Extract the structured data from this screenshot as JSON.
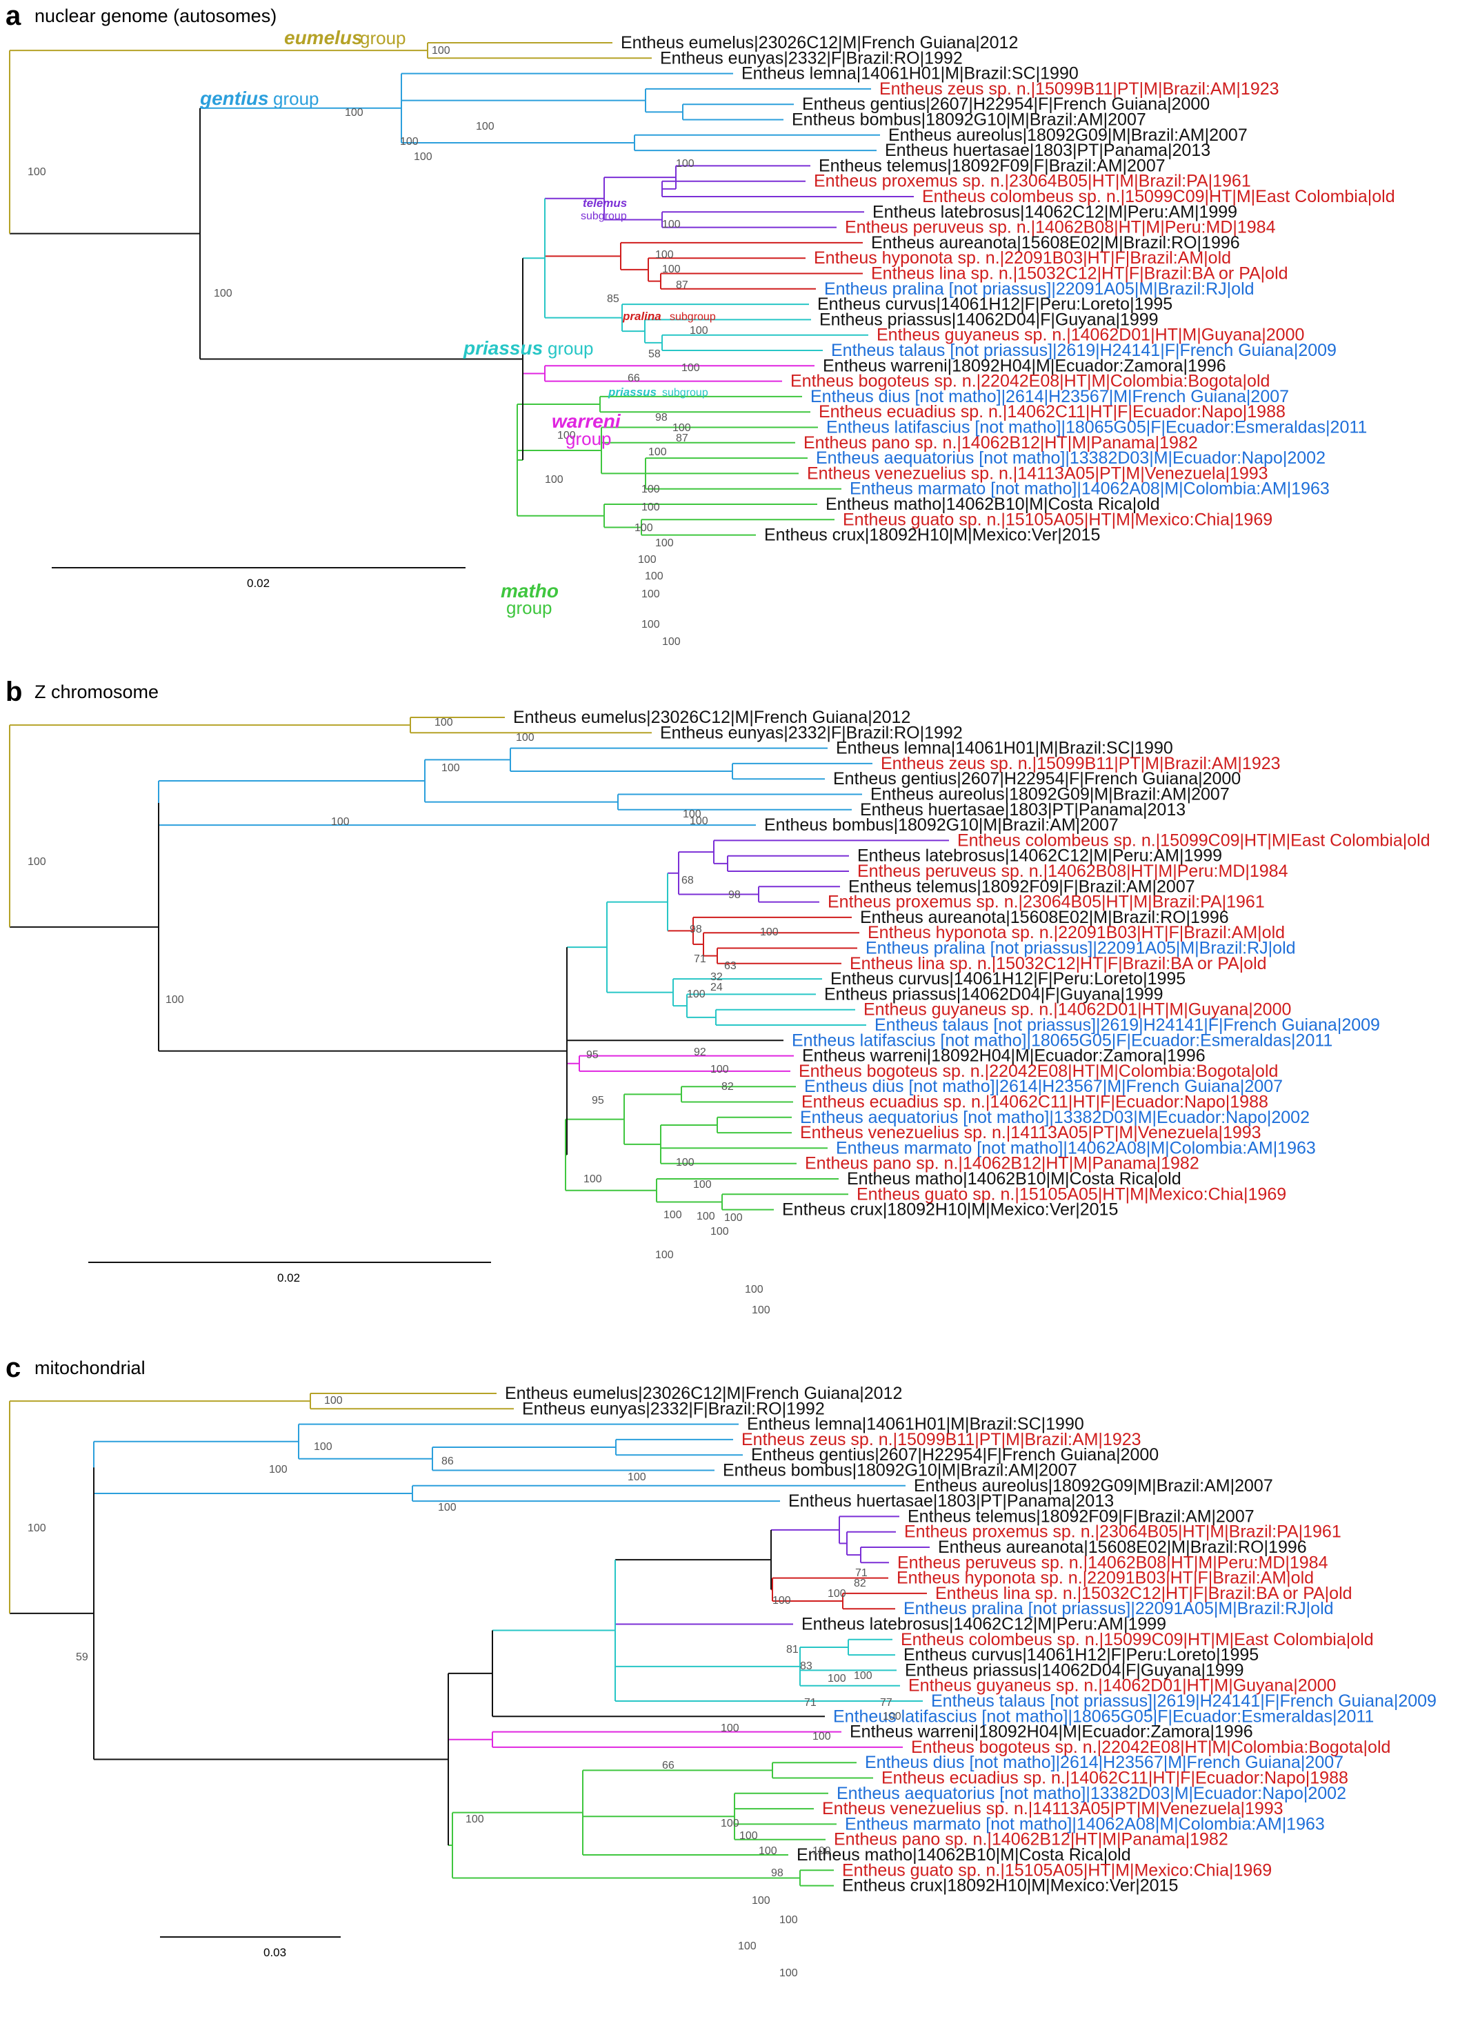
{
  "colors": {
    "eumelus": "#b5a227",
    "gentius": "#2b9fdc",
    "telemus": "#7b2fd6",
    "pralina": "#d01d1d",
    "priassus": "#27c6c6",
    "warreni": "#e026e0",
    "matho": "#3fc63f",
    "black": "#111111",
    "tip_black": "#111111",
    "tip_red": "#d01d1d",
    "tip_blue": "#1e6fd9"
  },
  "panels": [
    {
      "letter": "a",
      "title": "nuclear genome (autosomes)",
      "scale_label": "0.02",
      "tips": [
        {
          "label": "Entheus eumelus|23026C12|M|French Guiana|2012",
          "color": "black"
        },
        {
          "label": "Entheus eunyas|2332|F|Brazil:RO|1992",
          "color": "black"
        },
        {
          "label": "Entheus lemna|14061H01|M|Brazil:SC|1990",
          "color": "black"
        },
        {
          "label": "Entheus zeus sp. n.|15099B11|PT|M|Brazil:AM|1923",
          "color": "red"
        },
        {
          "label": "Entheus gentius|2607|H22954|F|French Guiana|2000",
          "color": "black"
        },
        {
          "label": "Entheus bombus|18092G10|M|Brazil:AM|2007",
          "color": "black"
        },
        {
          "label": "Entheus aureolus|18092G09|M|Brazil:AM|2007",
          "color": "black"
        },
        {
          "label": "Entheus huertasae|1803|PT|Panama|2013",
          "color": "black"
        },
        {
          "label": "Entheus telemus|18092F09|F|Brazil:AM|2007",
          "color": "black"
        },
        {
          "label": "Entheus proxemus sp. n.|23064B05|HT|M|Brazil:PA|1961",
          "color": "red"
        },
        {
          "label": "Entheus colombeus sp. n.|15099C09|HT|M|East Colombia|old",
          "color": "red"
        },
        {
          "label": "Entheus latebrosus|14062C12|M|Peru:AM|1999",
          "color": "black"
        },
        {
          "label": "Entheus peruveus sp. n.|14062B08|HT|M|Peru:MD|1984",
          "color": "red"
        },
        {
          "label": "Entheus aureanota|15608E02|M|Brazil:RO|1996",
          "color": "black"
        },
        {
          "label": "Entheus hyponota sp. n.|22091B03|HT|F|Brazil:AM|old",
          "color": "red"
        },
        {
          "label": "Entheus lina sp. n.|15032C12|HT|F|Brazil:BA or PA|old",
          "color": "red"
        },
        {
          "label": "Entheus pralina [not priassus]|22091A05|M|Brazil:RJ|old",
          "color": "blue"
        },
        {
          "label": "Entheus curvus|14061H12|F|Peru:Loreto|1995",
          "color": "black"
        },
        {
          "label": "Entheus priassus|14062D04|F|Guyana|1999",
          "color": "black"
        },
        {
          "label": "Entheus guyaneus sp. n.|14062D01|HT|M|Guyana|2000",
          "color": "red"
        },
        {
          "label": "Entheus talaus [not priassus]|2619|H24141|F|French Guiana|2009",
          "color": "blue"
        },
        {
          "label": "Entheus warreni|18092H04|M|Ecuador:Zamora|1996",
          "color": "black"
        },
        {
          "label": "Entheus bogoteus sp. n.|22042E08|HT|M|Colombia:Bogota|old",
          "color": "red"
        },
        {
          "label": "Entheus dius [not matho]|2614|H23567|M|French Guiana|2007",
          "color": "blue"
        },
        {
          "label": "Entheus ecuadius sp. n.|14062C11|HT|F|Ecuador:Napo|1988",
          "color": "red"
        },
        {
          "label": "Entheus latifascius [not matho]|18065G05|F|Ecuador:Esmeraldas|2011",
          "color": "blue"
        },
        {
          "label": "Entheus pano sp. n.|14062B12|HT|M|Panama|1982",
          "color": "red"
        },
        {
          "label": "Entheus aequatorius [not matho]|13382D03|M|Ecuador:Napo|2002",
          "color": "blue"
        },
        {
          "label": "Entheus venezuelius sp. n.|14113A05|PT|M|Venezuela|1993",
          "color": "red"
        },
        {
          "label": "Entheus marmato [not matho]|14062A08|M|Colombia:AM|1963",
          "color": "blue"
        },
        {
          "label": "Entheus matho|14062B10|M|Costa Rica|old",
          "color": "black"
        },
        {
          "label": "Entheus guato sp. n.|15105A05|HT|M|Mexico:Chia|1969",
          "color": "red"
        },
        {
          "label": "Entheus crux|18092H10|M|Mexico:Ver|2015",
          "color": "black"
        }
      ],
      "support": [
        "100",
        "100",
        "100",
        "100",
        "100",
        "100",
        "100",
        "100",
        "100",
        "87",
        "85",
        "100",
        "58",
        "100",
        "66",
        "98",
        "100",
        "87",
        "100",
        "100",
        "100",
        "100",
        "100",
        "100",
        "100",
        "100",
        "100",
        "100",
        "100",
        "100",
        "100",
        "100"
      ],
      "groups": {
        "eumelus_name": "eumelus",
        "eumelus_word": "group",
        "gentius_name": "gentius",
        "gentius_word": "group",
        "priassus_name": "priassus",
        "priassus_word": "group",
        "warreni_name": "warreni",
        "warreni_word": "group",
        "matho_name": "matho",
        "matho_word": "group",
        "telemus_name": "telemus",
        "telemus_word": "subgroup",
        "pralina_name": "pralina",
        "pralina_word": "subgroup",
        "priassus_sub_name": "priassus",
        "priassus_sub_word": "subgroup"
      }
    },
    {
      "letter": "b",
      "title": "Z chromosome",
      "scale_label": "0.02",
      "tips": [
        {
          "label": "Entheus eumelus|23026C12|M|French Guiana|2012",
          "color": "black"
        },
        {
          "label": "Entheus eunyas|2332|F|Brazil:RO|1992",
          "color": "black"
        },
        {
          "label": "Entheus lemna|14061H01|M|Brazil:SC|1990",
          "color": "black"
        },
        {
          "label": "Entheus zeus sp. n.|15099B11|PT|M|Brazil:AM|1923",
          "color": "red"
        },
        {
          "label": "Entheus gentius|2607|H22954|F|French Guiana|2000",
          "color": "black"
        },
        {
          "label": "Entheus aureolus|18092G09|M|Brazil:AM|2007",
          "color": "black"
        },
        {
          "label": "Entheus huertasae|1803|PT|Panama|2013",
          "color": "black"
        },
        {
          "label": "Entheus bombus|18092G10|M|Brazil:AM|2007",
          "color": "black"
        },
        {
          "label": "Entheus colombeus sp. n.|15099C09|HT|M|East Colombia|old",
          "color": "red"
        },
        {
          "label": "Entheus latebrosus|14062C12|M|Peru:AM|1999",
          "color": "black"
        },
        {
          "label": "Entheus peruveus sp. n.|14062B08|HT|M|Peru:MD|1984",
          "color": "red"
        },
        {
          "label": "Entheus telemus|18092F09|F|Brazil:AM|2007",
          "color": "black"
        },
        {
          "label": "Entheus proxemus sp. n.|23064B05|HT|M|Brazil:PA|1961",
          "color": "red"
        },
        {
          "label": "Entheus aureanota|15608E02|M|Brazil:RO|1996",
          "color": "black"
        },
        {
          "label": "Entheus hyponota sp. n.|22091B03|HT|F|Brazil:AM|old",
          "color": "red"
        },
        {
          "label": "Entheus pralina [not priassus]|22091A05|M|Brazil:RJ|old",
          "color": "blue"
        },
        {
          "label": "Entheus lina sp. n.|15032C12|HT|F|Brazil:BA or PA|old",
          "color": "red"
        },
        {
          "label": "Entheus curvus|14061H12|F|Peru:Loreto|1995",
          "color": "black"
        },
        {
          "label": "Entheus priassus|14062D04|F|Guyana|1999",
          "color": "black"
        },
        {
          "label": "Entheus guyaneus sp. n.|14062D01|HT|M|Guyana|2000",
          "color": "red"
        },
        {
          "label": "Entheus talaus [not priassus]|2619|H24141|F|French Guiana|2009",
          "color": "blue"
        },
        {
          "label": "Entheus latifascius [not matho]|18065G05|F|Ecuador:Esmeraldas|2011",
          "color": "blue"
        },
        {
          "label": "Entheus warreni|18092H04|M|Ecuador:Zamora|1996",
          "color": "black"
        },
        {
          "label": "Entheus bogoteus sp. n.|22042E08|HT|M|Colombia:Bogota|old",
          "color": "red"
        },
        {
          "label": "Entheus dius [not matho]|2614|H23567|M|French Guiana|2007",
          "color": "blue"
        },
        {
          "label": "Entheus ecuadius sp. n.|14062C11|HT|F|Ecuador:Napo|1988",
          "color": "red"
        },
        {
          "label": "Entheus aequatorius [not matho]|13382D03|M|Ecuador:Napo|2002",
          "color": "blue"
        },
        {
          "label": "Entheus venezuelius sp. n.|14113A05|PT|M|Venezuela|1993",
          "color": "red"
        },
        {
          "label": "Entheus marmato [not matho]|14062A08|M|Colombia:AM|1963",
          "color": "blue"
        },
        {
          "label": "Entheus pano sp. n.|14062B12|HT|M|Panama|1982",
          "color": "red"
        },
        {
          "label": "Entheus matho|14062B10|M|Costa Rica|old",
          "color": "black"
        },
        {
          "label": "Entheus guato sp. n.|15105A05|HT|M|Mexico:Chia|1969",
          "color": "red"
        },
        {
          "label": "Entheus crux|18092H10|M|Mexico:Ver|2015",
          "color": "black"
        }
      ],
      "support": [
        "100",
        "100",
        "100",
        "100",
        "100",
        "100",
        "100",
        "100",
        "68",
        "98",
        "98",
        "100",
        "71",
        "63",
        "32",
        "24",
        "100",
        "92",
        "100",
        "82",
        "95",
        "95",
        "100",
        "100",
        "100",
        "100",
        "100",
        "100",
        "100",
        "100",
        "100",
        "100"
      ]
    },
    {
      "letter": "c",
      "title": "mitochondrial",
      "scale_label": "0.03",
      "tips": [
        {
          "label": "Entheus eumelus|23026C12|M|French Guiana|2012",
          "color": "black"
        },
        {
          "label": "Entheus eunyas|2332|F|Brazil:RO|1992",
          "color": "black"
        },
        {
          "label": "Entheus lemna|14061H01|M|Brazil:SC|1990",
          "color": "black"
        },
        {
          "label": "Entheus zeus sp. n.|15099B11|PT|M|Brazil:AM|1923",
          "color": "red"
        },
        {
          "label": "Entheus gentius|2607|H22954|F|French Guiana|2000",
          "color": "black"
        },
        {
          "label": "Entheus bombus|18092G10|M|Brazil:AM|2007",
          "color": "black"
        },
        {
          "label": "Entheus aureolus|18092G09|M|Brazil:AM|2007",
          "color": "black"
        },
        {
          "label": "Entheus huertasae|1803|PT|Panama|2013",
          "color": "black"
        },
        {
          "label": "Entheus telemus|18092F09|F|Brazil:AM|2007",
          "color": "black"
        },
        {
          "label": "Entheus proxemus sp. n.|23064B05|HT|M|Brazil:PA|1961",
          "color": "red"
        },
        {
          "label": "Entheus aureanota|15608E02|M|Brazil:RO|1996",
          "color": "black"
        },
        {
          "label": "Entheus peruveus sp. n.|14062B08|HT|M|Peru:MD|1984",
          "color": "red"
        },
        {
          "label": "Entheus hyponota sp. n.|22091B03|HT|F|Brazil:AM|old",
          "color": "red"
        },
        {
          "label": "Entheus lina sp. n.|15032C12|HT|F|Brazil:BA or PA|old",
          "color": "red"
        },
        {
          "label": "Entheus pralina [not priassus]|22091A05|M|Brazil:RJ|old",
          "color": "blue"
        },
        {
          "label": "Entheus latebrosus|14062C12|M|Peru:AM|1999",
          "color": "black"
        },
        {
          "label": "Entheus colombeus sp. n.|15099C09|HT|M|East Colombia|old",
          "color": "red"
        },
        {
          "label": "Entheus curvus|14061H12|F|Peru:Loreto|1995",
          "color": "black"
        },
        {
          "label": "Entheus priassus|14062D04|F|Guyana|1999",
          "color": "black"
        },
        {
          "label": "Entheus guyaneus sp. n.|14062D01|HT|M|Guyana|2000",
          "color": "red"
        },
        {
          "label": "Entheus talaus [not priassus]|2619|H24141|F|French Guiana|2009",
          "color": "blue"
        },
        {
          "label": "Entheus latifascius [not matho]|18065G05|F|Ecuador:Esmeraldas|2011",
          "color": "blue"
        },
        {
          "label": "Entheus warreni|18092H04|M|Ecuador:Zamora|1996",
          "color": "black"
        },
        {
          "label": "Entheus bogoteus sp. n.|22042E08|HT|M|Colombia:Bogota|old",
          "color": "red"
        },
        {
          "label": "Entheus dius [not matho]|2614|H23567|M|French Guiana|2007",
          "color": "blue"
        },
        {
          "label": "Entheus ecuadius sp. n.|14062C11|HT|F|Ecuador:Napo|1988",
          "color": "red"
        },
        {
          "label": "Entheus aequatorius [not matho]|13382D03|M|Ecuador:Napo|2002",
          "color": "blue"
        },
        {
          "label": "Entheus venezuelius sp. n.|14113A05|PT|M|Venezuela|1993",
          "color": "red"
        },
        {
          "label": "Entheus marmato [not matho]|14062A08|M|Colombia:AM|1963",
          "color": "blue"
        },
        {
          "label": "Entheus pano sp. n.|14062B12|HT|M|Panama|1982",
          "color": "red"
        },
        {
          "label": "Entheus matho|14062B10|M|Costa Rica|old",
          "color": "black"
        },
        {
          "label": "Entheus guato sp. n.|15105A05|HT|M|Mexico:Chia|1969",
          "color": "red"
        },
        {
          "label": "Entheus crux|18092H10|M|Mexico:Ver|2015",
          "color": "black"
        }
      ],
      "support": [
        "100",
        "100",
        "86",
        "100",
        "100",
        "100",
        "100",
        "59",
        "71",
        "82",
        "100",
        "100",
        "81",
        "83",
        "100",
        "100",
        "71",
        "77",
        "100",
        "100",
        "100",
        "66",
        "100",
        "100",
        "100",
        "100",
        "100",
        "98",
        "100",
        "100",
        "100",
        "100"
      ]
    }
  ]
}
